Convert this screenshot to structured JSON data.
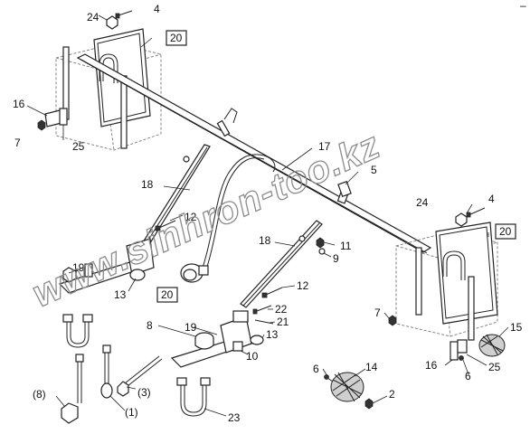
{
  "diagram": {
    "corner_mark": "–",
    "watermark": "www.sinhron-too.kz",
    "labels": {
      "l24a": "24",
      "l4a": "4",
      "l20a": "20",
      "l16a": "16",
      "l7a": "7",
      "l25a": "25",
      "l17": "17",
      "l5": "5",
      "l18a": "18",
      "l12a": "12",
      "l24b": "24",
      "l4b": "4",
      "l20b": "20",
      "l11": "11",
      "l9": "9",
      "l18b": "18",
      "l19a": "19",
      "l13a": "13",
      "l20c": "20",
      "l12b": "12",
      "l22": "22",
      "l21": "21",
      "l13b": "13",
      "l8": "8",
      "l19b": "19",
      "l10": "10",
      "l7b": "7",
      "l15": "15",
      "l16b": "16",
      "l25b": "25",
      "l6a": "6",
      "l6b": "6",
      "l14": "14",
      "l2": "2",
      "lp8": "(8)",
      "lp1": "(1)",
      "lp3": "(3)",
      "l23": "23"
    }
  }
}
